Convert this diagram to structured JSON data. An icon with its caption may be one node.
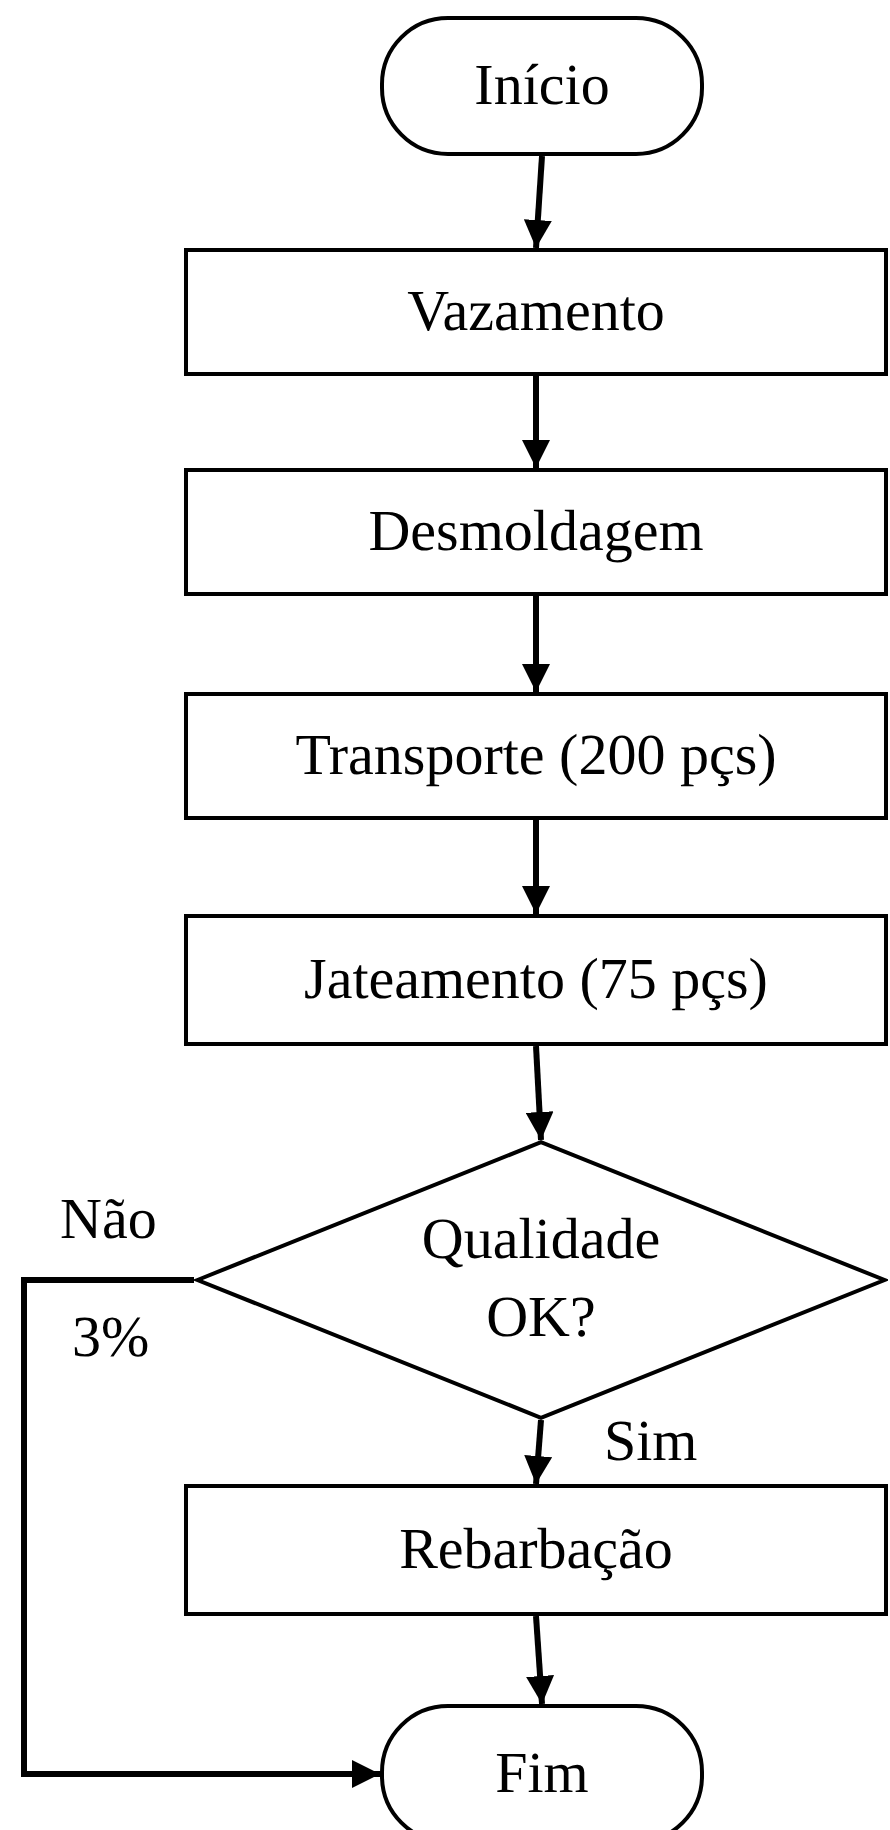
{
  "diagram": {
    "nodes": [
      {
        "text": [
          "Início"
        ]
      },
      {
        "text": [
          "Vazamento"
        ]
      },
      {
        "text": [
          "Desmoldagem"
        ]
      },
      {
        "text": [
          "Transporte (200 pçs)"
        ]
      },
      {
        "text": [
          "Jateamento (75 pçs)"
        ]
      },
      {
        "text": [
          "Qualidade OK?"
        ]
      },
      {
        "text": [
          "Rebarbação"
        ]
      },
      {
        "text": [
          "Fim"
        ]
      }
    ],
    "edges": [
      {
        "from": 0,
        "to": 1,
        "arrow": "to"
      },
      {
        "from": 1,
        "to": 2,
        "arrow": "to"
      },
      {
        "from": 2,
        "to": 3,
        "arrow": "to"
      },
      {
        "from": 3,
        "to": 4,
        "arrow": "to"
      },
      {
        "from": 4,
        "to": 5,
        "arrow": "to"
      },
      {
        "from": 5,
        "to": 6,
        "arrow": "to",
        "label": "Sim"
      },
      {
        "from": 6,
        "to": 7,
        "arrow": "to"
      },
      {
        "from": 5,
        "to": 7,
        "arrow": "to",
        "label": "Não"
      }
    ],
    "labels": [
      "3%"
    ]
  }
}
